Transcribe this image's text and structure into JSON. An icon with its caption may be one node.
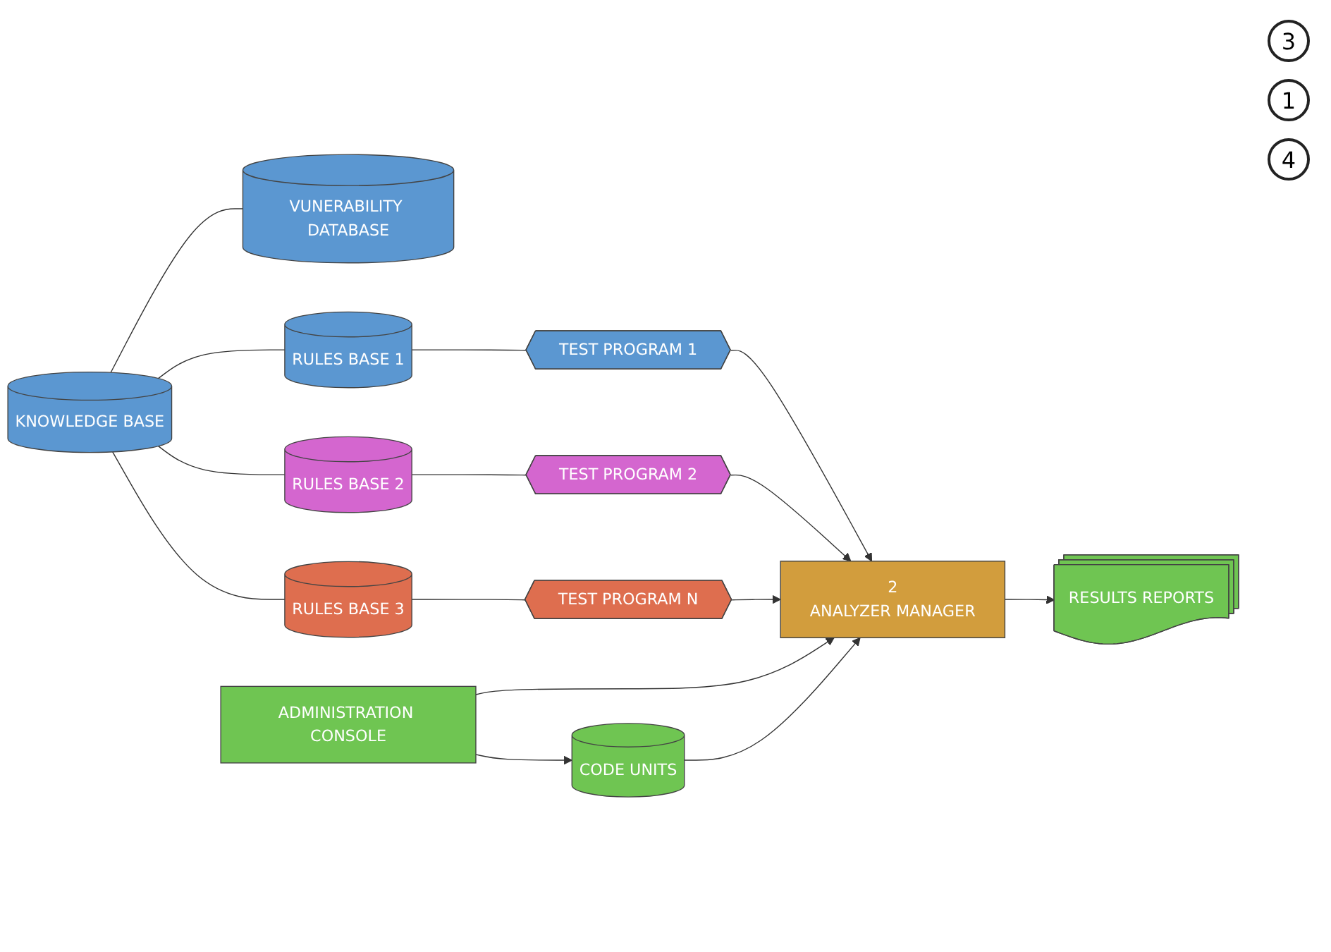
{
  "diagram": {
    "nodes": [
      {
        "text": [
          "KNOWLEDGE BASE"
        ]
      },
      {
        "text": [
          "VUNERABILITY DATABASE"
        ]
      },
      {
        "text": [
          "RULES BASE 1"
        ]
      },
      {
        "text": [
          "TEST PROGRAM 1"
        ]
      },
      {
        "text": [
          "RULES BASE 2"
        ]
      },
      {
        "text": [
          "TEST PROGRAM 2"
        ]
      },
      {
        "text": [
          "RULES BASE 3"
        ]
      },
      {
        "text": [
          "TEST PROGRAM N"
        ]
      },
      {
        "text": [
          "2",
          "ANALYZER MANAGER"
        ]
      },
      {
        "text": [
          "ADMINISTRATION CONSOLE"
        ]
      },
      {
        "text": [
          "CODE UNITS"
        ]
      },
      {
        "text": [
          "RESULTS REPORTS"
        ]
      }
    ],
    "edges": [
      {
        "from": 0,
        "to": 1,
        "arrow": "none"
      },
      {
        "from": 0,
        "to": 2,
        "arrow": "none"
      },
      {
        "from": 0,
        "to": 4,
        "arrow": "none"
      },
      {
        "from": 0,
        "to": 6,
        "arrow": "none"
      },
      {
        "from": 2,
        "to": 3,
        "arrow": "none"
      },
      {
        "from": 4,
        "to": 5,
        "arrow": "none"
      },
      {
        "from": 6,
        "to": 7,
        "arrow": "none"
      },
      {
        "from": 3,
        "to": 8,
        "arrow": "to"
      },
      {
        "from": 5,
        "to": 8,
        "arrow": "to"
      },
      {
        "from": 7,
        "to": 8,
        "arrow": "to"
      },
      {
        "from": 9,
        "to": 8,
        "arrow": "to"
      },
      {
        "from": 9,
        "to": 10,
        "arrow": "to"
      },
      {
        "from": 10,
        "to": 8,
        "arrow": "to"
      },
      {
        "from": 8,
        "to": 11,
        "arrow": "to"
      }
    ],
    "labels": [
      "3",
      "1",
      "4"
    ]
  }
}
